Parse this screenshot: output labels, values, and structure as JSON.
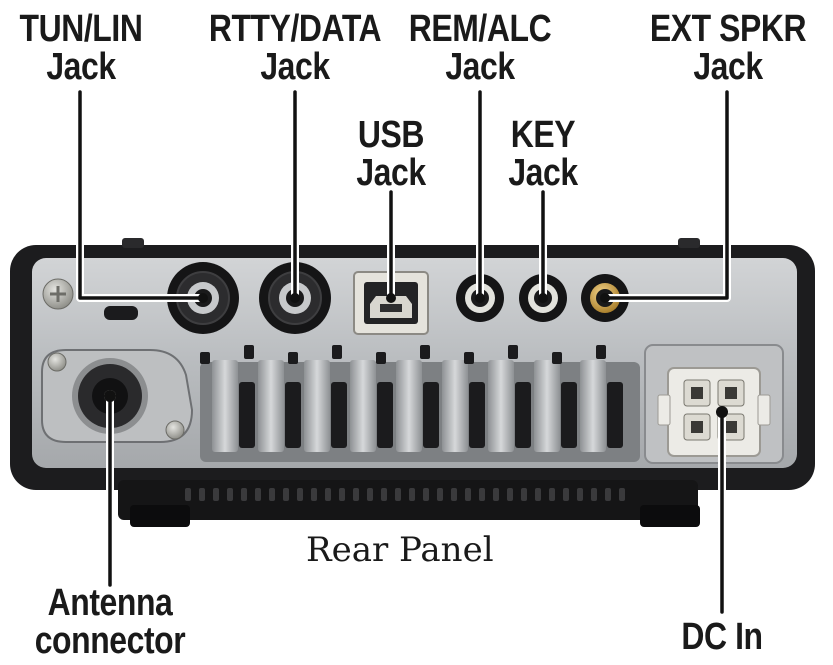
{
  "caption": "Rear Panel",
  "labels": {
    "tun_lin": {
      "line1": "TUN/LIN",
      "line2": "Jack"
    },
    "rtty_data": {
      "line1": "RTTY/DATA",
      "line2": "Jack"
    },
    "rem_alc": {
      "line1": "REM/ALC",
      "line2": "Jack"
    },
    "ext_spkr": {
      "line1": "EXT SPKR",
      "line2": "Jack"
    },
    "usb": {
      "line1": "USB",
      "line2": "Jack"
    },
    "key": {
      "line1": "KEY",
      "line2": "Jack"
    },
    "antenna": {
      "line1": "Antenna",
      "line2": "connector"
    },
    "dc_in": {
      "line1": "DC In"
    }
  }
}
